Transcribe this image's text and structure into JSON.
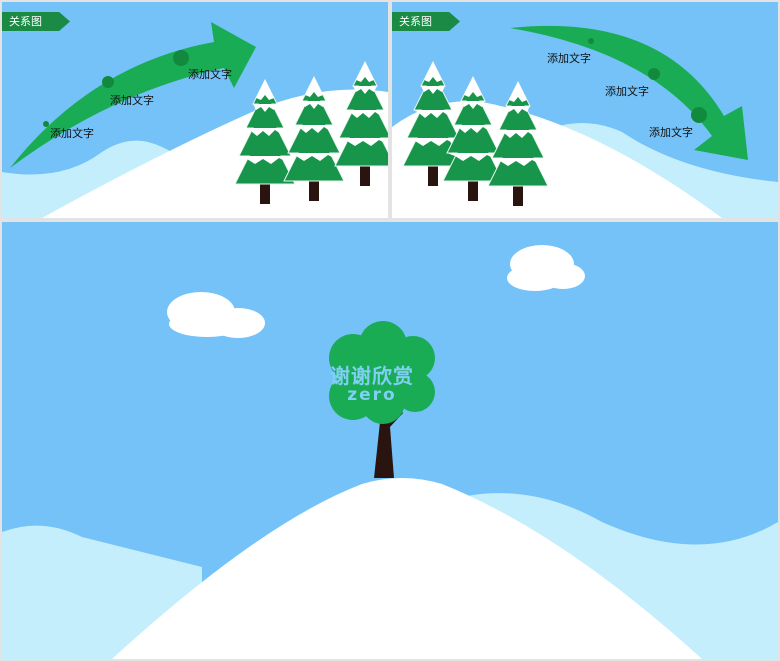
{
  "slide1": {
    "tag": "关系图",
    "labels": [
      "添加文字",
      "添加文字",
      "添加文字"
    ]
  },
  "slide2": {
    "tag": "关系图",
    "labels": [
      "添加文字",
      "添加文字",
      "添加文字"
    ]
  },
  "slide3": {
    "title": "谢谢欣赏",
    "subtitle": "zero"
  },
  "colors": {
    "sky": "#74c2f8",
    "hill_back": "#c4eefc",
    "snow": "#ffffff",
    "arrow": "#1aab55",
    "tag": "#1a8a45",
    "tree": "#17954a",
    "trunk": "#2a1410"
  }
}
